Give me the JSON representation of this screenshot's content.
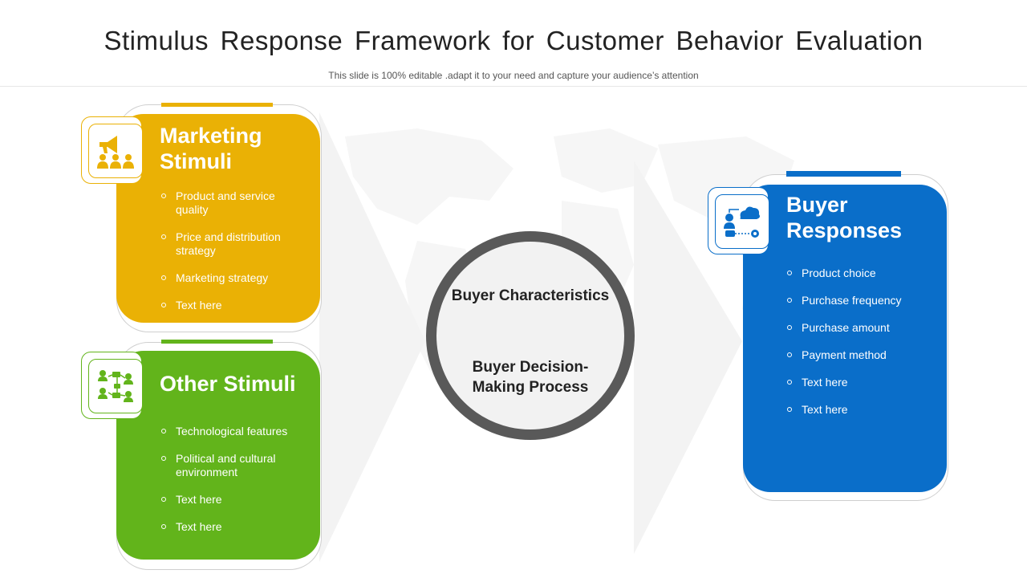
{
  "header": {
    "title": "Stimulus Response Framework for Customer Behavior Evaluation",
    "subtitle": "This slide is 100% editable .adapt it to your need and capture your audience’s attention"
  },
  "cards": {
    "marketing": {
      "title": "Marketing Stimuli",
      "color": "#EAB105",
      "icon": "megaphone-audience-icon",
      "bullets": [
        "Product and service quality",
        "Price and distribution strategy",
        "Marketing strategy",
        "Text here"
      ]
    },
    "other": {
      "title": "Other Stimuli",
      "color": "#62B41B",
      "icon": "people-network-icon",
      "bullets": [
        "Technological features",
        "Political and cultural environment",
        "Text here",
        "Text here"
      ]
    },
    "responses": {
      "title": "Buyer Responses",
      "color": "#0A6EC9",
      "icon": "cloud-user-icon",
      "bullets": [
        "Product choice",
        "Purchase frequency",
        "Purchase amount",
        "Payment method",
        "Text here",
        "Text here"
      ]
    }
  },
  "center": {
    "line1": "Buyer Characteristics",
    "line2": "Buyer Decision-Making Process",
    "ring_color": "#595959"
  }
}
